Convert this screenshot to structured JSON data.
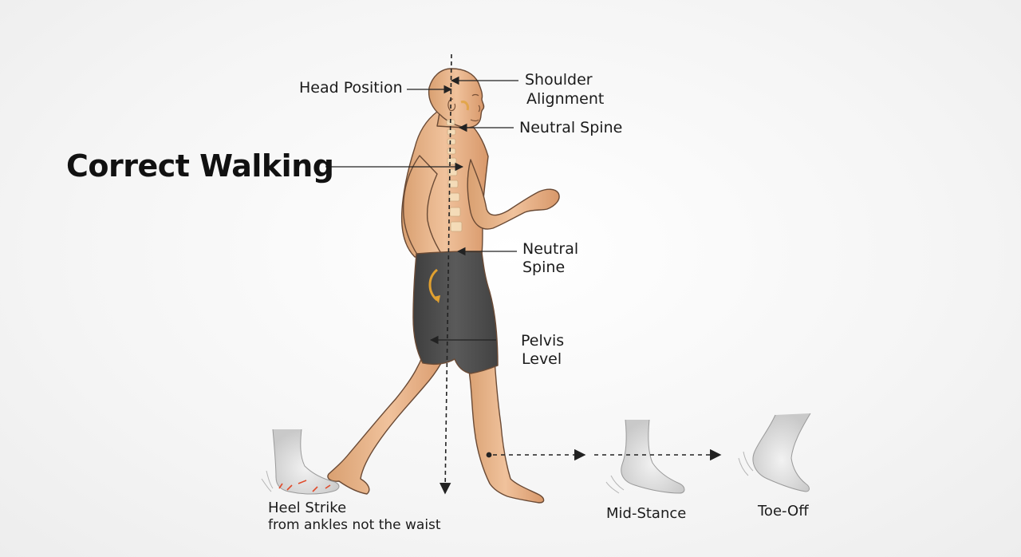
{
  "title": "Correct Walking",
  "labels": {
    "head_position": "Head Position",
    "shoulder_alignment": [
      "Shoulder",
      "Alignment"
    ],
    "neutral_spine_upper": "Neutral Spine",
    "neutral_spine_lower": [
      "Neutral",
      "Spine"
    ],
    "pelvis_level": [
      "Pelvis",
      "Level"
    ],
    "heel_strike": "Heel Strike",
    "heel_strike_note": "from ankles not the waist",
    "mid_stance": "Mid-Stance",
    "toe_off": "Toe-Off"
  },
  "colors": {
    "skin": "#ebb88f",
    "skin_shade": "#c98a5f",
    "shorts": "#4d4d4d",
    "outline": "#6a4a35",
    "accent": "#e0a030",
    "heel_highlight": "#e04a2a",
    "line": "#222222"
  }
}
